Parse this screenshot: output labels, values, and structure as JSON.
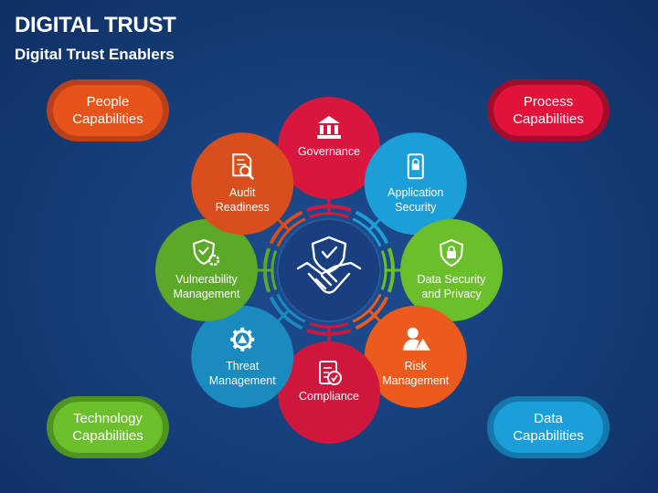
{
  "header": {
    "title": "DIGITAL TRUST",
    "subtitle": "Digital Trust Enablers"
  },
  "capabilities": [
    {
      "label": "People\nCapabilities",
      "color": "#e8531c",
      "ring": "#b8401a"
    },
    {
      "label": "Process\nCapabilities",
      "color": "#e3123b",
      "ring": "#a30d2c"
    },
    {
      "label": "Technology\nCapabilities",
      "color": "#6cc02c",
      "ring": "#4f9420"
    },
    {
      "label": "Data\nCapabilities",
      "color": "#1b9fda",
      "ring": "#1478aa"
    }
  ],
  "center": {
    "icon": "shield-handshake-icon"
  },
  "nodes": [
    {
      "label": "Governance",
      "color": "#d8173f",
      "icon": "bank-icon"
    },
    {
      "label": "Application\nSecurity",
      "color": "#1c9fd8",
      "icon": "phone-lock-icon"
    },
    {
      "label": "Data Security\nand Privacy",
      "color": "#6bbf2a",
      "icon": "padlock-icon"
    },
    {
      "label": "Risk\nManagement",
      "color": "#ec5a1d",
      "icon": "person-warning-icon"
    },
    {
      "label": "Compliance",
      "color": "#cf163c",
      "icon": "clipboard-check-icon"
    },
    {
      "label": "Threat\nManagement",
      "color": "#1a8bbf",
      "icon": "gear-warning-icon"
    },
    {
      "label": "Vulnerability\nManagement",
      "color": "#5ca829",
      "icon": "shield-gear-icon"
    },
    {
      "label": "Audit\nReadiness",
      "color": "#d84e1d",
      "icon": "document-search-icon"
    }
  ]
}
